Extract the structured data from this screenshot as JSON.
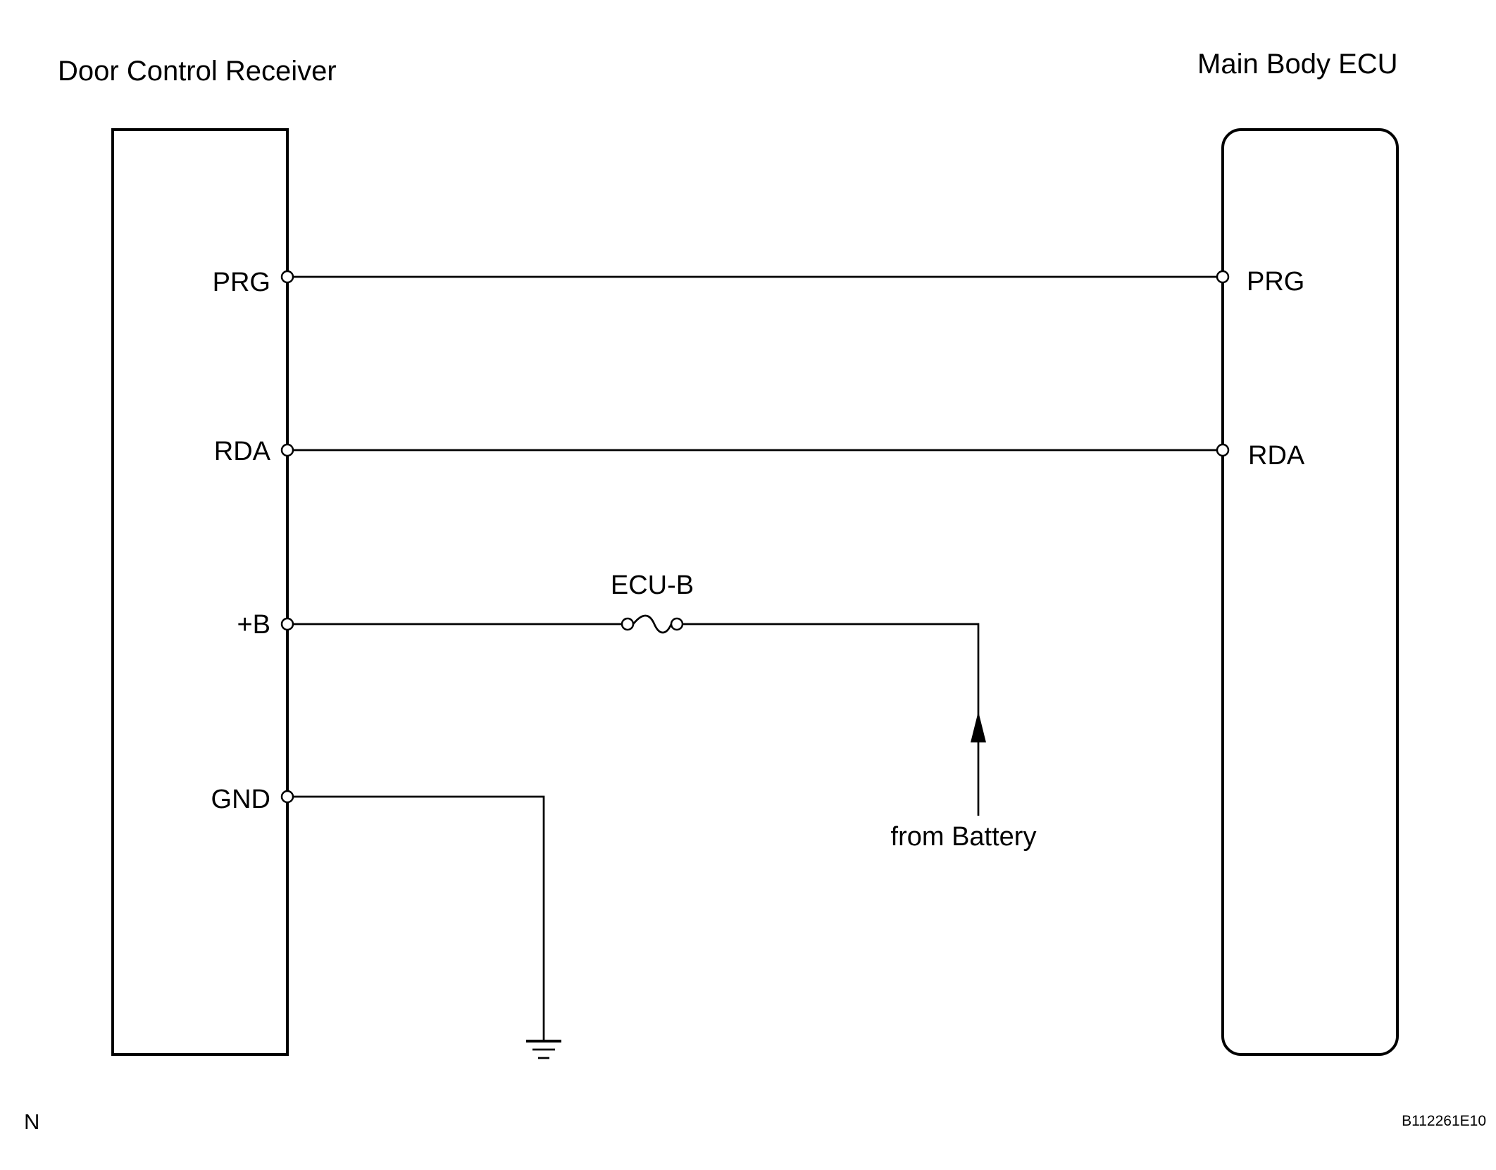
{
  "components": {
    "left": {
      "name": "Door Control Receiver",
      "pins": [
        "PRG",
        "RDA",
        "+B",
        "GND"
      ]
    },
    "right": {
      "name": "Main Body ECU",
      "pins": [
        "PRG",
        "RDA"
      ]
    }
  },
  "connections": [
    {
      "from": "Door Control Receiver PRG",
      "to": "Main Body ECU PRG"
    },
    {
      "from": "Door Control Receiver RDA",
      "to": "Main Body ECU RDA"
    },
    {
      "from": "Door Control Receiver +B",
      "to": "ECU-B"
    },
    {
      "from": "ECU-B",
      "to": "from Battery"
    },
    {
      "from": "Door Control Receiver GND",
      "to": "ground"
    }
  ],
  "fuse": {
    "label": "ECU-B"
  },
  "battery_label": "from Battery",
  "symbols": {
    "ground": "ground-symbol-icon",
    "fuse": "fuse-icon",
    "arrow": "arrow-up-icon"
  },
  "footer": {
    "left_mark": "N",
    "figure_id": "B112261E10"
  },
  "colors": {
    "line": "#000000",
    "background": "#ffffff"
  }
}
